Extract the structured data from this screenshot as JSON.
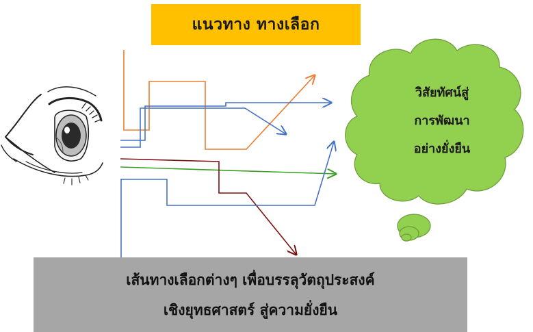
{
  "title": "แนวทาง ทางเลือก",
  "vision": {
    "lines": [
      "วิสัยทัศน์สู่",
      "การพัฒนา",
      "อย่างยั่งยืน"
    ]
  },
  "footer": {
    "lines": [
      "เส้นทางเลือกต่างๆ เพื่อบรรลุวัตถุประสงค์",
      "เชิงยุทธศาสตร์ สู่ความยั่งยืน"
    ]
  },
  "colors": {
    "title_bg": "#ffc000",
    "cloud": "#92d050",
    "footer_bg": "#a6a6a6",
    "orange_path": "#ed7d31",
    "blue_path": "#4472c4",
    "green_path": "#3a9d23",
    "darkred_path": "#7b1010"
  },
  "icons": [
    "eye-icon",
    "thought-cloud"
  ]
}
